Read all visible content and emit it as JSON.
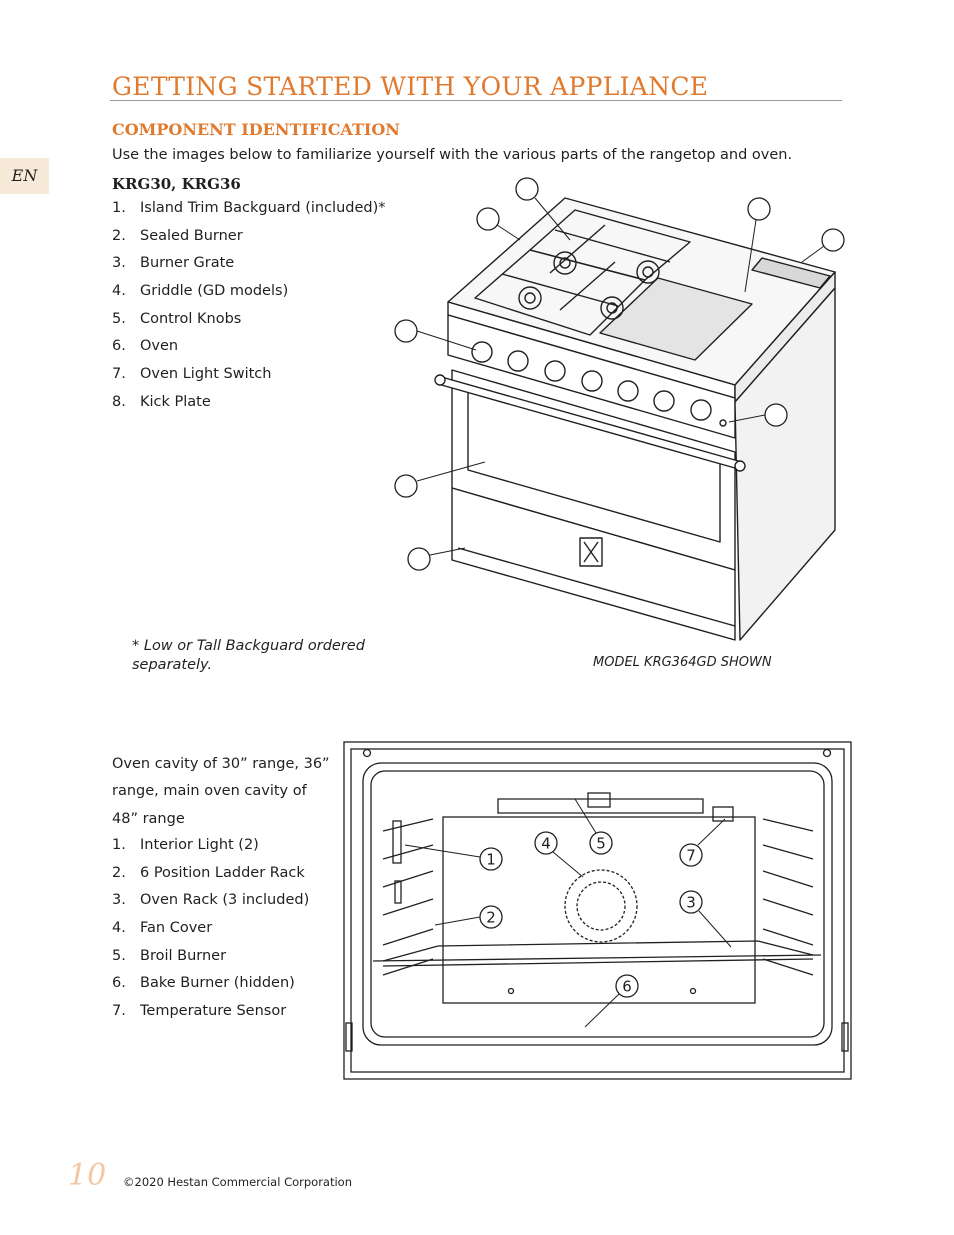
{
  "page": {
    "title": "GETTING STARTED WITH YOUR APPLIANCE",
    "language_tab": "EN",
    "page_number": "10",
    "copyright": "©2020 Hestan Commercial Corporation"
  },
  "section": {
    "heading": "COMPONENT IDENTIFICATION",
    "intro": "Use the images below to familiarize yourself with the various parts of the rangetop and oven."
  },
  "range": {
    "model_heading": "KRG30, KRG36",
    "components": [
      {
        "num": "1.",
        "label": "Island Trim Backguard (included)*"
      },
      {
        "num": "2.",
        "label": "Sealed Burner"
      },
      {
        "num": "3.",
        "label": "Burner Grate"
      },
      {
        "num": "4.",
        "label": "Griddle (GD models)"
      },
      {
        "num": "5.",
        "label": "Control Knobs"
      },
      {
        "num": "6.",
        "label": "Oven"
      },
      {
        "num": "7.",
        "label": "Oven Light Switch"
      },
      {
        "num": "8.",
        "label": "Kick Plate"
      }
    ],
    "footnote": "* Low or Tall Backguard ordered separately.",
    "caption": "MODEL KRG364GD SHOWN"
  },
  "oven": {
    "intro": "Oven cavity of 30” range, 36” range, main oven cavity of 48” range",
    "components": [
      {
        "num": "1.",
        "label": "Interior Light (2)"
      },
      {
        "num": "2.",
        "label": "6 Position Ladder Rack"
      },
      {
        "num": "3.",
        "label": "Oven Rack (3 included)"
      },
      {
        "num": "4.",
        "label": "Fan Cover"
      },
      {
        "num": "5.",
        "label": "Broil Burner"
      },
      {
        "num": "6.",
        "label": "Bake Burner (hidden)"
      },
      {
        "num": "7.",
        "label": "Temperature Sensor"
      }
    ],
    "callouts": [
      "1",
      "2",
      "3",
      "4",
      "5",
      "6",
      "7"
    ]
  },
  "colors": {
    "accent": "#e07a2e",
    "tab_bg": "#f8ead9",
    "page_number": "#f2c7a3",
    "text": "#231f20"
  }
}
